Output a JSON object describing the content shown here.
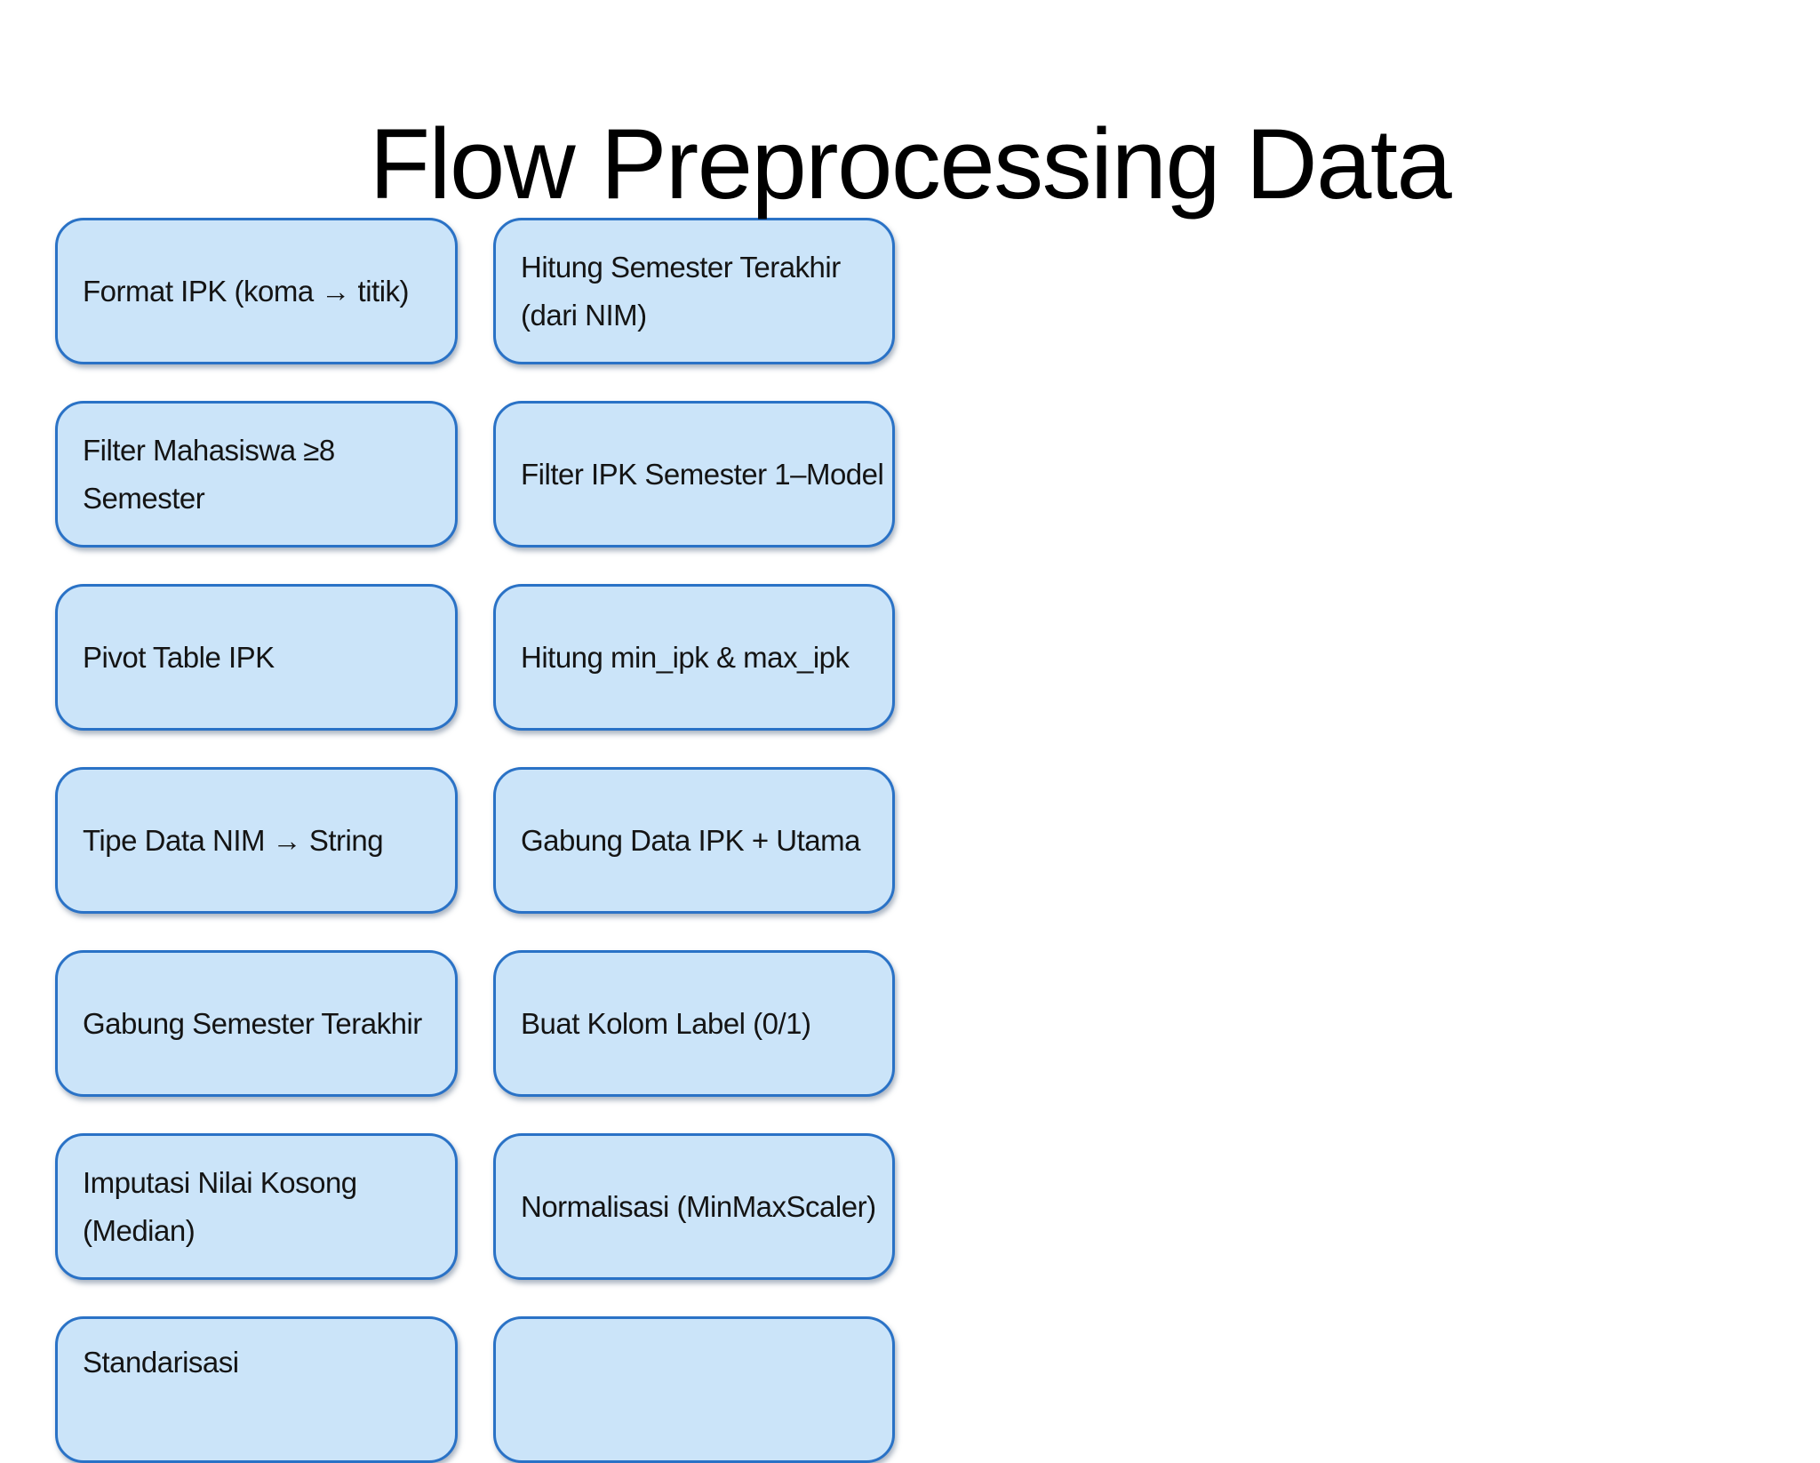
{
  "slide": {
    "title": "Flow Preprocessing Data"
  },
  "flowchart": {
    "rows": [
      {
        "left": "Format IPK (koma → titik)",
        "right": "Hitung Semester Terakhir\n(dari NIM)"
      },
      {
        "left": "Filter Mahasiswa ≥8\nSemester",
        "right": "Filter IPK Semester 1–Model"
      },
      {
        "left": "Pivot Table IPK",
        "right": "Hitung min_ipk & max_ipk"
      },
      {
        "left": "Tipe Data NIM → String",
        "right": "Gabung Data IPK + Utama"
      },
      {
        "left": "Gabung Semester Terakhir",
        "right": "Buat Kolom Label (0/1)"
      },
      {
        "left": "Imputasi Nilai Kosong\n(Median)",
        "right": "Normalisasi (MinMaxScaler)"
      },
      {
        "left": "Standarisasi",
        "right": ""
      }
    ]
  },
  "colors": {
    "box_fill": "#CBE4F9",
    "box_border": "#2A72C6",
    "box_text": "#141414",
    "title_color": "#000000"
  }
}
